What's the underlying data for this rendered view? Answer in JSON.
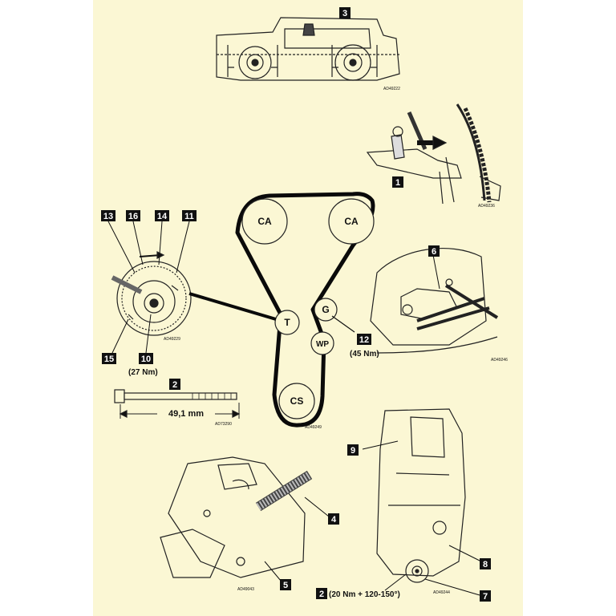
{
  "callouts": {
    "c1": "1",
    "c2a": "2",
    "c2b": "2",
    "c3": "3",
    "c4": "4",
    "c5": "5",
    "c6": "6",
    "c7": "7",
    "c8": "8",
    "c9": "9",
    "c10": "10",
    "c11": "11",
    "c12": "12",
    "c13": "13",
    "c14": "14",
    "c15": "15",
    "c16": "16"
  },
  "pulleys": {
    "cam_left": "CA",
    "cam_right": "CA",
    "tensioner": "T",
    "guide": "G",
    "water_pump": "WP",
    "crankshaft": "CS"
  },
  "torques": {
    "tensioner_bolt": "(27 Nm)",
    "guide_bolt": "(45 Nm)",
    "crank_bolt": "(20 Nm + 120-150°)"
  },
  "dimension": "49,1 mm",
  "figure_codes": {
    "top": "AD49222",
    "lock": "AD49236",
    "tensioner": "AD49229",
    "cam_lock": "AD49246",
    "bolt": "AD73290",
    "belt": "AD49249",
    "bottom_left": "AD49043",
    "bottom_right": "AD49244"
  },
  "colors": {
    "paper": "#fbf7d4",
    "ink": "#111111",
    "belt": "#0a0a0a"
  }
}
